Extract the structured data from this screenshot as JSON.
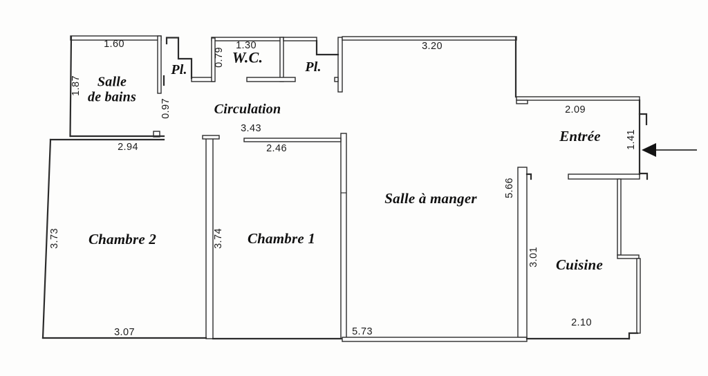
{
  "plan": {
    "rooms": [
      {
        "name": "salle-de-bains",
        "label": "Salle\nde bains"
      },
      {
        "name": "placard-1",
        "label": "Pl."
      },
      {
        "name": "wc",
        "label": "W.C."
      },
      {
        "name": "placard-2",
        "label": "Pl."
      },
      {
        "name": "circulation",
        "label": "Circulation"
      },
      {
        "name": "entree",
        "label": "Entrée"
      },
      {
        "name": "chambre-2",
        "label": "Chambre 2"
      },
      {
        "name": "chambre-1",
        "label": "Chambre 1"
      },
      {
        "name": "salle-a-manger",
        "label": "Salle à manger"
      },
      {
        "name": "cuisine",
        "label": "Cuisine"
      }
    ],
    "dimensions_m": [
      {
        "room": "salle-de-bains",
        "edge": "top",
        "value": "1.60"
      },
      {
        "room": "salle-de-bains",
        "edge": "left",
        "value": "1.87"
      },
      {
        "room": "circulation",
        "edge": "bathroom-opening",
        "value": "0.97"
      },
      {
        "room": "wc",
        "edge": "left",
        "value": "0.79"
      },
      {
        "room": "wc",
        "edge": "top",
        "value": "1.30"
      },
      {
        "room": "chambre-2",
        "edge": "top",
        "value": "2.94"
      },
      {
        "room": "circulation",
        "edge": "bottom",
        "value": "3.43"
      },
      {
        "room": "chambre-1",
        "edge": "top",
        "value": "2.46"
      },
      {
        "room": "salle-a-manger",
        "edge": "top",
        "value": "3.20"
      },
      {
        "room": "entree",
        "edge": "top",
        "value": "2.09"
      },
      {
        "room": "entree",
        "edge": "right",
        "value": "1.41"
      },
      {
        "room": "salle-a-manger",
        "edge": "right",
        "value": "5.66"
      },
      {
        "room": "cuisine",
        "edge": "left",
        "value": "3.01"
      },
      {
        "room": "chambre-2",
        "edge": "left",
        "value": "3.73"
      },
      {
        "room": "chambre-1",
        "edge": "left",
        "value": "3.74"
      },
      {
        "room": "chambre-2",
        "edge": "bottom",
        "value": "3.07"
      },
      {
        "room": "salle-a-manger",
        "edge": "bottom",
        "value": "5.73"
      },
      {
        "room": "cuisine",
        "edge": "bottom",
        "value": "2.10"
      }
    ],
    "entrance": {
      "side": "right",
      "arrow_direction": "left"
    }
  }
}
